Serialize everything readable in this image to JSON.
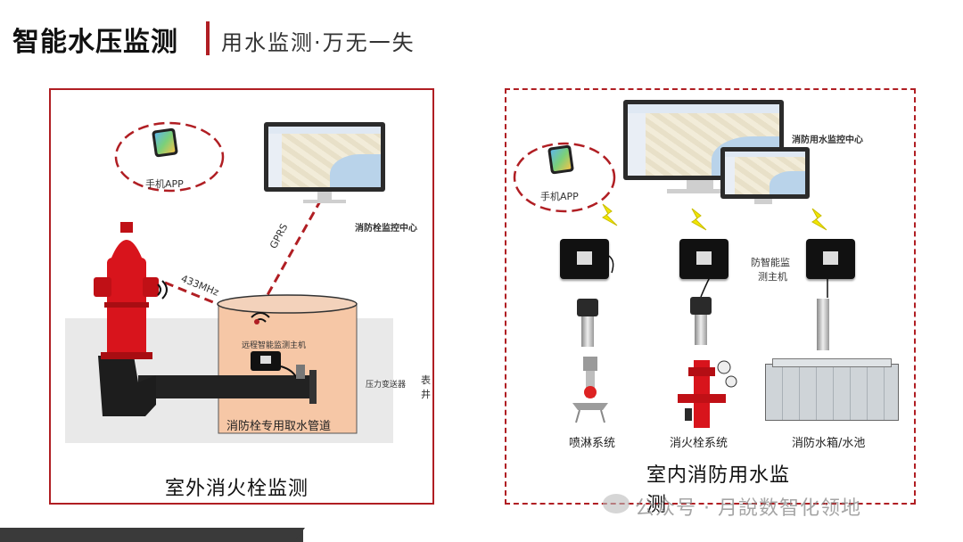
{
  "header": {
    "title": "智能水压监测",
    "subtitle": "用水监测·万无一失"
  },
  "left_panel": {
    "phone_label": "手机APP",
    "monitor_label": "消防栓监控中心",
    "link_433": "433MHz",
    "link_gprs": "GPRS",
    "host_label": "远程智能监测主机",
    "pressure_label": "压力变送器",
    "pipe_label": "消防栓专用取水管道",
    "side_label_1": "表",
    "side_label_2": "井",
    "caption": "室外消火栓监测"
  },
  "right_panel": {
    "phone_label": "手机APP",
    "monitor_label": "消防用水监控中心",
    "host_label_line1": "防智能监",
    "host_label_line2": "测主机",
    "sys1": "喷淋系统",
    "sys2": "消火栓系统",
    "sys3": "消防水箱/水池",
    "caption_line1": "室内消防用水监",
    "caption_line2": "测"
  },
  "watermark": "公众号 · 月說数智化领地",
  "colors": {
    "accent": "#b01e23",
    "hydrant": "#d8141c",
    "pit": "#f6c7a6",
    "bolt": "#f2e600"
  }
}
